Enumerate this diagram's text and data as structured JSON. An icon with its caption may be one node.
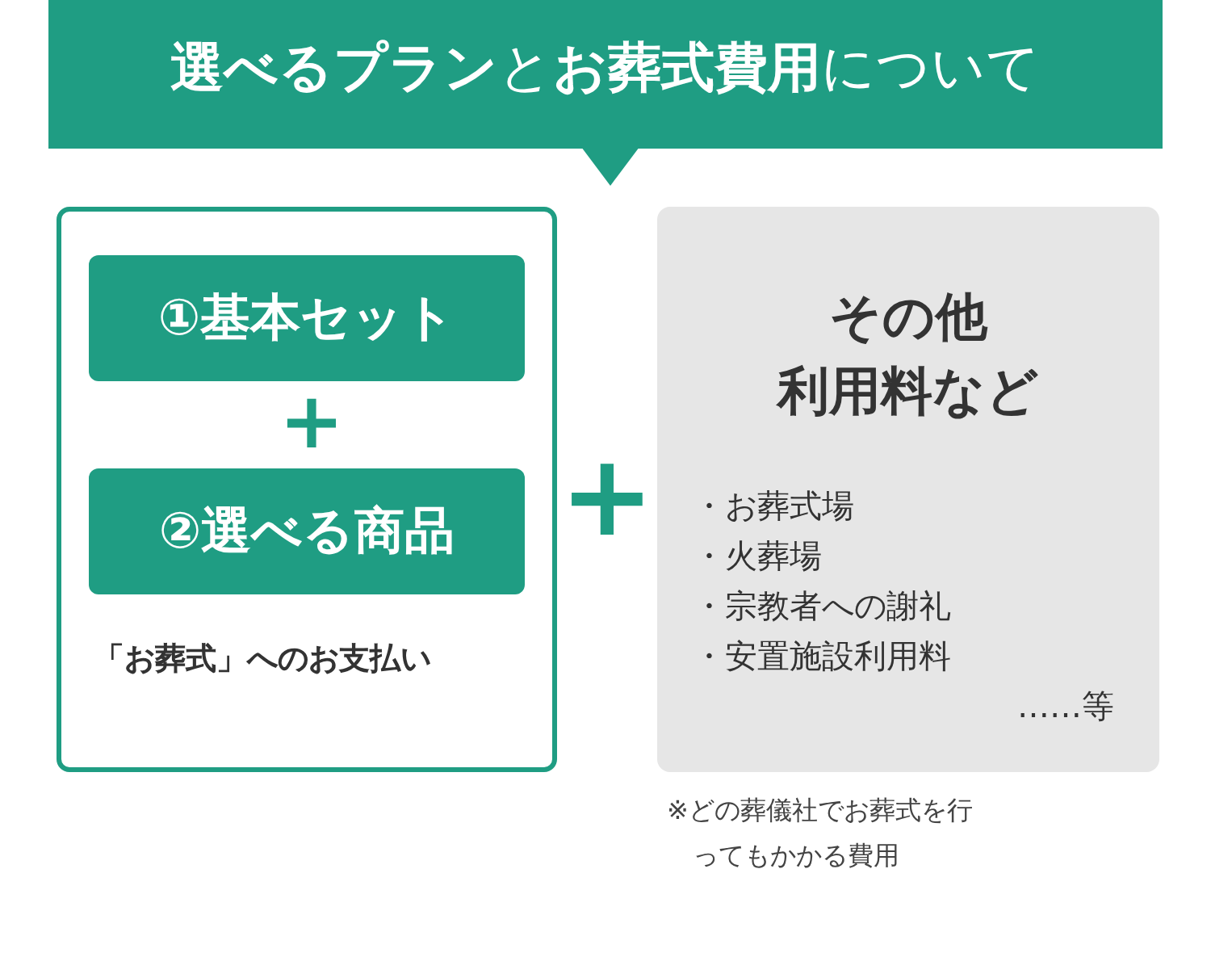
{
  "diagram": {
    "nodes": [
      {
        "text": [
          "**選べるプラン**と**お葬式費用**について"
        ]
      },
      {
        "text": [
          "「お葬式」へのお支払い"
        ]
      },
      {
        "text": [
          "①基本セット"
        ],
        "in": 1
      },
      {
        "text": [
          "②選べる商品"
        ],
        "in": 1
      },
      {
        "text": [
          "その他利用料など",
          "・お葬式場",
          "・火葬場",
          "・宗教者への謝礼",
          "・安置施設利用料",
          "……等"
        ],
        "beside": [
          "※どの葬儀社でお葬式を行ってもかかる費用"
        ]
      }
    ],
    "edges": [],
    "labels": [
      "+",
      "+"
    ]
  }
}
